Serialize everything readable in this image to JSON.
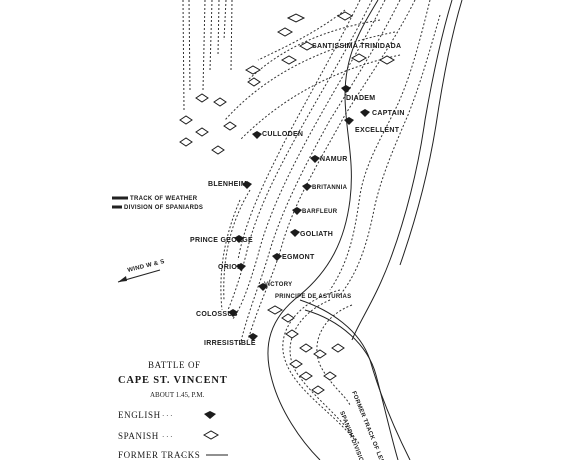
{
  "legend": {
    "title_1": "BATTLE OF",
    "title_2": "CAPE ST. VINCENT",
    "time": "ABOUT 1.45, P.M.",
    "english_label": "ENGLISH",
    "spanish_label": "SPANISH",
    "former_tracks_label": "FORMER TRACKS"
  },
  "side_notes": {
    "track_of_weather": "TRACK OF WEATHER",
    "division_of_spaniards": "DIVISION OF SPANIARDS",
    "wind": "WIND W & S"
  },
  "english_ships": [
    "DIADEM",
    "CAPTAIN",
    "EXCELLENT",
    "CULLODEN",
    "NAMUR",
    "BRITANNIA",
    "BLENHEIM",
    "BARFLEUR",
    "GOLIATH",
    "PRINCE GEORGE",
    "EGMONT",
    "ORION",
    "VICTORY",
    "COLOSSUS",
    "IRRESISTIBLE"
  ],
  "spanish_ships": [
    "SANTISSIMA TRINIDADA",
    "PRINCIPE DE ASTURIAS"
  ],
  "track_notes": [
    "FORMER TRACK OF LEE",
    "SPANISH DIVISION"
  ],
  "colors": {
    "ink": "#1c1c1c",
    "paper": "#ffffff"
  }
}
